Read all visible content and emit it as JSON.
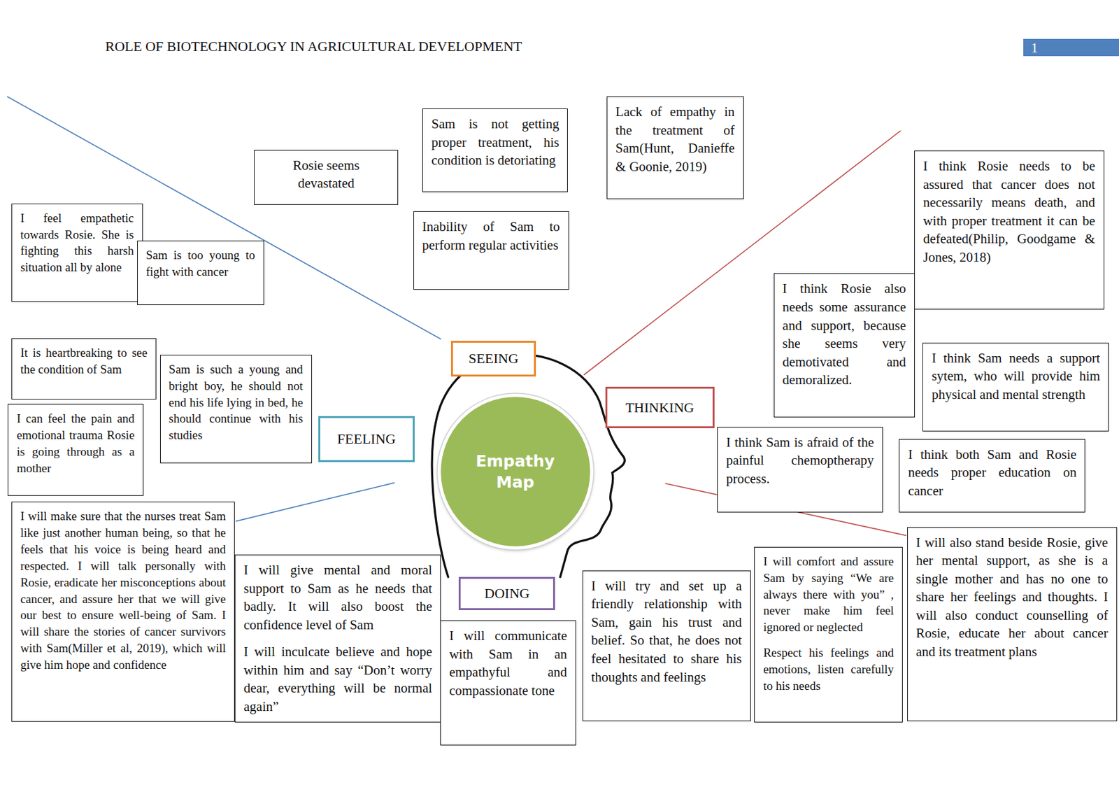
{
  "diagram": {
    "title": "ROLE OF BIOTECHNOLOGY IN AGRICULTURAL DEVELOPMENT",
    "nodes": [
      {
        "text": [
          "Rosie seems devastated"
        ]
      },
      {
        "text": [
          "Sam is not getting proper treatment, his condition is detoriating"
        ]
      },
      {
        "text": [
          "Lack of empathy in the treatment of Sam(Hunt, Danieffe & Goonie, 2019)"
        ]
      },
      {
        "text": [
          "I feel empathetic towards Rosie. She is fighting this harsh situation all by alone"
        ]
      },
      {
        "text": [
          "Sam is too young to fight with cancer"
        ]
      },
      {
        "text": [
          "Inability of Sam to perform regular activities"
        ]
      },
      {
        "text": [
          "I think Rosie needs to be assured that cancer does not necessarily means death, and with proper treatment it can be defeated(Philip, Goodgame & Jones, 2018)"
        ]
      },
      {
        "text": [
          "I think Rosie also needs some assurance and support, because she seems very demotivated and demoralized."
        ]
      },
      {
        "text": [
          "It is heartbreaking to see the condition of Sam"
        ]
      },
      {
        "text": [
          "Sam is such a young and bright boy, he should not end his life lying in bed, he should continue with his studies"
        ]
      },
      {
        "text": [
          "SEEING"
        ]
      },
      {
        "text": [
          "FEELING"
        ]
      },
      {
        "text": [
          "THINKING"
        ]
      },
      {
        "text": [
          "Empathy Map"
        ]
      },
      {
        "text": [
          "I think Sam needs a support sytem, who will provide him physical and mental strength"
        ]
      },
      {
        "text": [
          "I can feel the pain and emotional trauma Rosie is going through as a mother"
        ]
      },
      {
        "text": [
          "I think Sam is afraid of the painful chemoptherapy process."
        ]
      },
      {
        "text": [
          "I think both Sam and Rosie needs proper education on cancer"
        ]
      },
      {
        "text": [
          "I will make sure that the nurses treat Sam like just another human being, so that he feels that his voice is being heard and respected. I will talk personally with Rosie, eradicate her misconceptions about cancer, and assure her that we will give our best to ensure well-being of Sam. I will share the stories of cancer survivors with Sam(Miller et al, 2019), which will give him hope and confidence"
        ]
      },
      {
        "text": [
          "I will give mental and moral support to Sam as he needs that badly. It will also boost the confidence level of Sam",
          "I will inculcate believe and hope within him and say “Don’t worry dear, everything will be normal again”"
        ]
      },
      {
        "text": [
          "DOING"
        ]
      },
      {
        "text": [
          "I will communicate with Sam in an empathyful and compassionate tone"
        ]
      },
      {
        "text": [
          "I will try and set up a friendly relationship with Sam, gain his trust and belief. So that, he does not feel hesitated to share his thoughts and feelings"
        ]
      },
      {
        "text": [
          "I will comfort and assure Sam by saying “We are always there with you” , never make him feel ignored or neglected",
          "Respect his feelings and emotions, listen carefully to his needs"
        ]
      },
      {
        "text": [
          "I will also stand beside Rosie, give her mental support, as she is a single mother and has no one to share her feelings and thoughts. I will also conduct counselling of Rosie, educate her about cancer and its treatment plans"
        ]
      }
    ],
    "labels": [
      "1"
    ]
  }
}
